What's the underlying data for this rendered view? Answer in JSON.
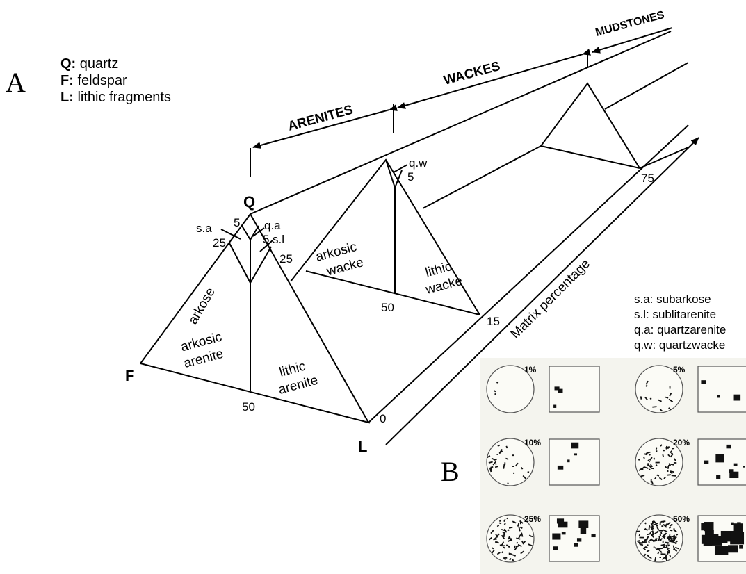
{
  "panel_a_label": "A",
  "panel_b_label": "B",
  "legend": [
    {
      "key": "Q:",
      "value": "quartz"
    },
    {
      "key": "F:",
      "value": "feldspar"
    },
    {
      "key": "L:",
      "value": "lithic fragments"
    }
  ],
  "abbreviations": [
    "s.a: subarkose",
    "s.l: sublitarenite",
    "q.a: quartzarenite",
    "q.w: quartzwacke"
  ],
  "diagram": {
    "vertex_q": "Q",
    "vertex_f": "F",
    "vertex_l": "L",
    "region_arenites": "ARENITES",
    "region_wackes": "WACKES",
    "region_mudstones": "MUDSTONES",
    "axis_label": "Matrix percentage",
    "matrix_ticks": [
      "0",
      "15",
      "75"
    ],
    "field_arkose": "arkose",
    "field_arkosic_arenite": [
      "arkosic",
      "arenite"
    ],
    "field_lithic_arenite": [
      "lithic",
      "arenite"
    ],
    "field_arkosic_wacke": [
      "arkosic",
      "wacke"
    ],
    "field_lithic_wacke": [
      "lithic",
      "wacke"
    ],
    "subfields": {
      "sa": "s.a",
      "qa": "q.a",
      "sl": "s.l",
      "qw": "q.w"
    },
    "values": {
      "v5": "5",
      "v25": "25",
      "v50": "50"
    }
  },
  "comparison_chart": {
    "percentages": [
      "1%",
      "5%",
      "10%",
      "20%",
      "25%",
      "50%"
    ]
  }
}
